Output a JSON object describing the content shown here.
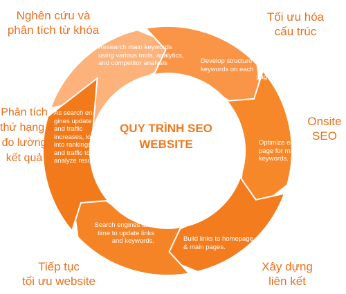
{
  "title": {
    "lines": [
      "QUY TRÌNH SEO",
      "WEBSITE"
    ]
  },
  "colors": {
    "label": "#e8701e",
    "title": "#ee7a1f",
    "segments": [
      "#fcb27a",
      "#fa9547",
      "#f7882a",
      "#f37c1e",
      "#f58426",
      "#f27a1a"
    ]
  },
  "steps": [
    {
      "label": [
        "Nghên cứu và",
        "phân tích từ khóa"
      ],
      "description": [
        "Research main keywords",
        "using various tools, analytics,",
        "and competitor analysis"
      ]
    },
    {
      "label": [
        "Tối ưu hóa",
        "cấu trúc"
      ],
      "description": [
        "Develop structure for",
        "keywords on each",
        "page."
      ]
    },
    {
      "label": [
        "Onsite",
        "SEO"
      ],
      "description": [
        "Optimize each",
        "page for main",
        "keywords."
      ]
    },
    {
      "label": [
        "Xây dựng",
        "liên kết"
      ],
      "description": [
        "Build links to homepage",
        "& main pages."
      ]
    },
    {
      "label": [
        "Tiếp tục",
        "tối ưu website"
      ],
      "description": [
        "Search engines take",
        "time to update links",
        "and keywords."
      ]
    },
    {
      "label": [
        "Phân tích",
        "thứ hạng &",
        "đo lường",
        "kết quả"
      ],
      "description": [
        "As search en-",
        "gines update",
        "and traffic",
        "increases, look",
        "into rankings",
        "and traffic to",
        "analyze results."
      ]
    }
  ]
}
